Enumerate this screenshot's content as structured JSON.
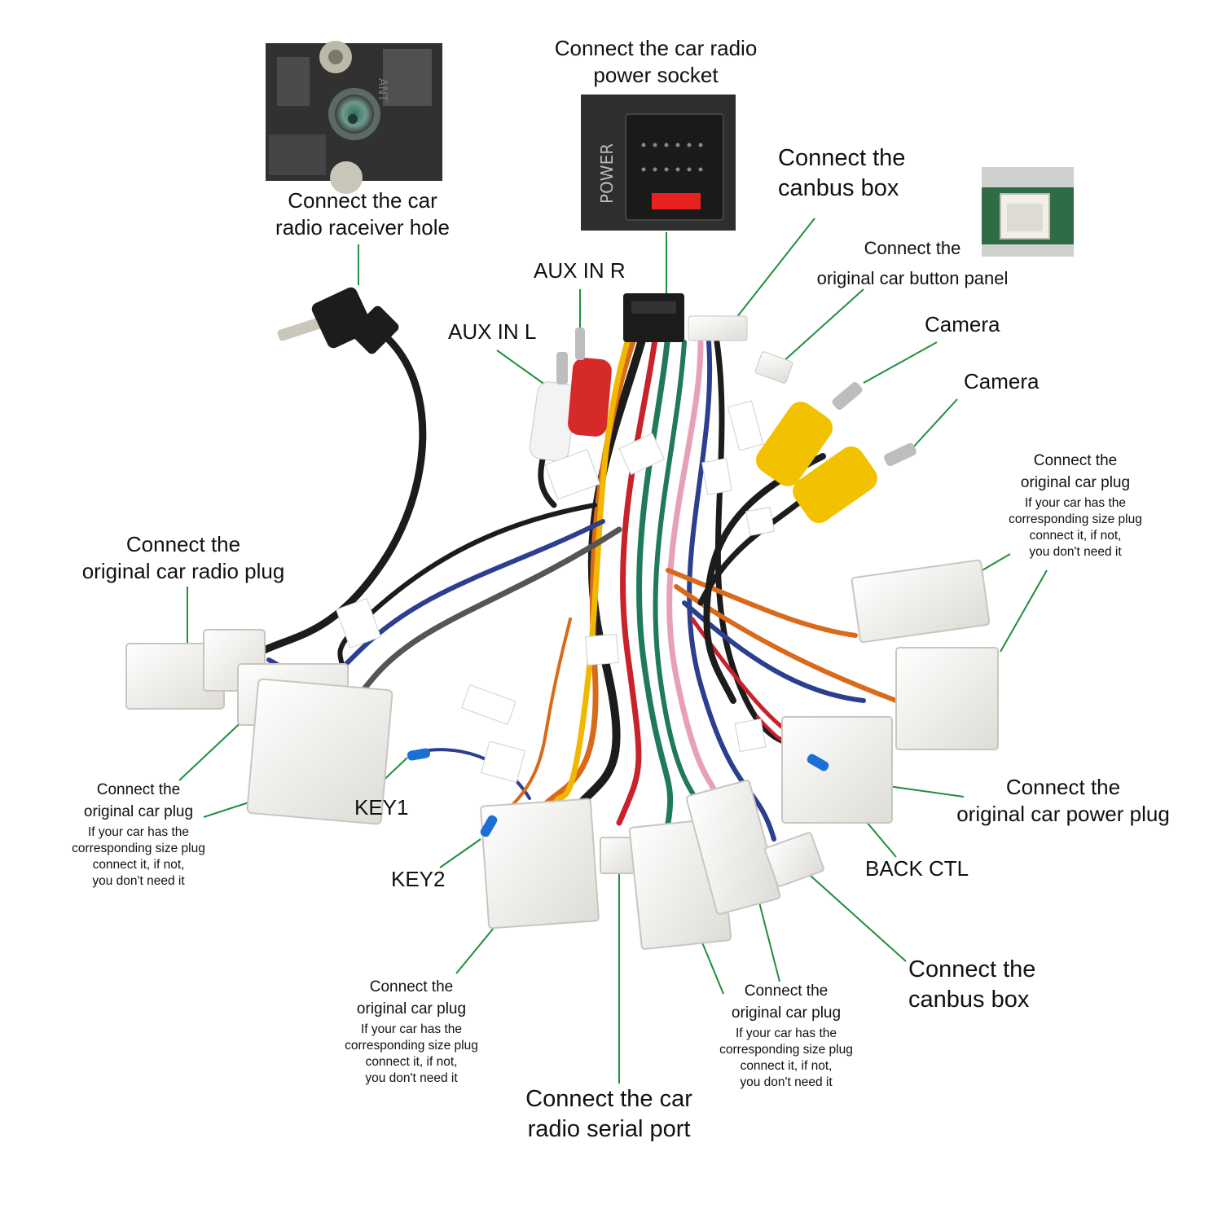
{
  "colors": {
    "leader": "#1e8f3c",
    "plug": "#f4f4f0",
    "plug_shade": "#d9d9d4",
    "wire_black": "#1c1c1c",
    "wire_red": "#c8222a",
    "wire_yellow": "#f0b800",
    "wire_orange": "#d86a1a",
    "wire_green": "#1f7a5c",
    "wire_blue": "#2c3f8f",
    "wire_pink": "#e6a0b8",
    "rca_yellow": "#f2c200",
    "rca_red": "#d62a2a",
    "rca_white": "#f3f3f3",
    "photo_dark": "#2a2a2a",
    "fuse_red": "#e8221e",
    "key_blue": "#1c6fd6"
  },
  "labels": {
    "receiver_hole": [
      "Connect the  car",
      "radio raceiver hole"
    ],
    "power_socket": [
      "Connect the car radio",
      "power socket"
    ],
    "canbus_top": [
      "Connect the",
      "canbus box"
    ],
    "button_panel": [
      "Connect the",
      "original car button panel"
    ],
    "aux_r": "AUX IN R",
    "aux_l": "AUX IN L",
    "camera_1": "Camera",
    "camera_2": "Camera",
    "radio_plug": [
      "Connect the",
      "original car radio plug"
    ],
    "orig_plug_right": [
      "Connect the",
      "original car plug"
    ],
    "orig_plug_left": [
      "Connect the",
      "original car plug"
    ],
    "orig_plug_bottom_left": [
      "Connect the",
      "original car plug"
    ],
    "orig_plug_bottom_right": [
      "Connect the",
      "original car plug"
    ],
    "power_plug": [
      "Connect the",
      "original car power plug"
    ],
    "key1": "KEY1",
    "key2": "KEY2",
    "back_ctl": "BACK CTL",
    "canbus_bottom": [
      "Connect the",
      "canbus box"
    ],
    "serial_port": [
      "Connect the car",
      "radio  serial port"
    ]
  },
  "note": [
    "If your car has the",
    "corresponding size plug",
    "connect it, if not,",
    "you don't need it"
  ],
  "photo_text": {
    "power": "POWER"
  }
}
